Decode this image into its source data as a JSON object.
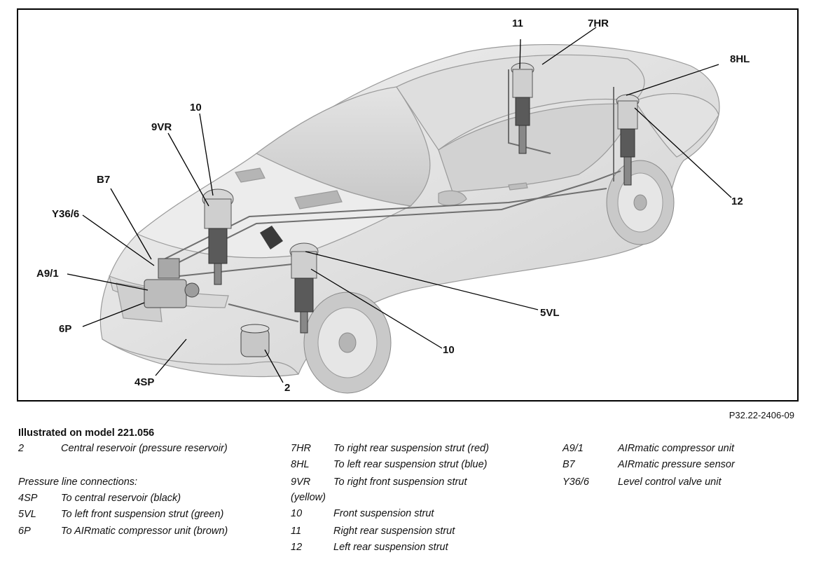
{
  "figure_ref": "P32.22-2406-09",
  "caption": "Illustrated on model 221.056",
  "callouts": {
    "c11": "11",
    "c7HR": "7HR",
    "c8HL": "8HL",
    "c10top": "10",
    "c9VR": "9VR",
    "cB7": "B7",
    "cY36": "Y36/6",
    "cA91": "A9/1",
    "c6P": "6P",
    "c4SP": "4SP",
    "c2": "2",
    "c10bot": "10",
    "c5VL": "5VL",
    "c12": "12"
  },
  "legend": {
    "col1": {
      "item_2": {
        "code": "2",
        "text": "Central reservoir (pressure reservoir)"
      },
      "subheading": "Pressure line connections:",
      "item_4SP": {
        "code": "4SP",
        "text": "To central reservoir (black)"
      },
      "item_5VL": {
        "code": "5VL",
        "text": "To left front suspension strut (green)"
      },
      "item_6P": {
        "code": "6P",
        "text": "To AIRmatic compressor unit (brown)"
      }
    },
    "col2": {
      "item_7HR": {
        "code": "7HR",
        "text": "To right rear suspension strut (red)"
      },
      "item_8HL": {
        "code": "8HL",
        "text": "To left rear suspension strut (blue)"
      },
      "item_9VR": {
        "code": "9VR",
        "text": "To right front suspension strut",
        "wrap": "(yellow)"
      },
      "item_10": {
        "code": "10",
        "text": "Front suspension strut"
      },
      "item_11": {
        "code": "11",
        "text": "Right rear suspension strut"
      },
      "item_12": {
        "code": "12",
        "text": "Left rear suspension strut"
      }
    },
    "col3": {
      "item_A91": {
        "code": "A9/1",
        "text": "AIRmatic compressor unit"
      },
      "item_B7": {
        "code": "B7",
        "text": "AIRmatic pressure sensor"
      },
      "item_Y36": {
        "code": "Y36/6",
        "text": "Level control valve unit"
      }
    }
  }
}
